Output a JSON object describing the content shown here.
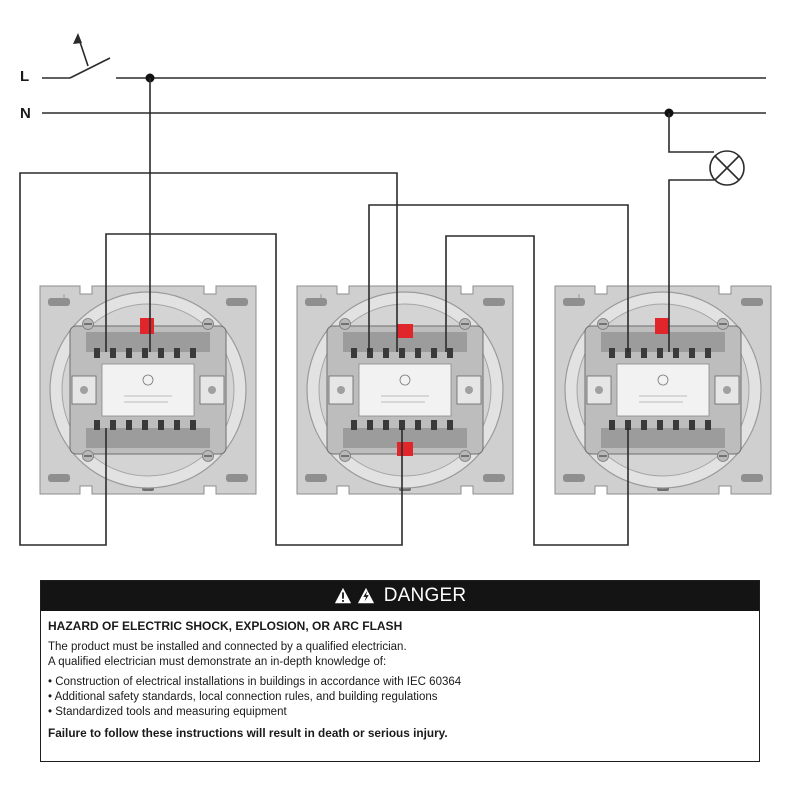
{
  "diagram": {
    "line_label": "L",
    "neutral_label": "N",
    "colors": {
      "wire": "#2b2b2b",
      "terminal_red": "#e0262b",
      "plate": "#c9c9c9",
      "body": "#e8e8e8"
    }
  },
  "warning": {
    "header": "DANGER",
    "icon": "warning-triangle-icon",
    "hazard_title": "HAZARD OF ELECTRIC SHOCK, EXPLOSION, OR ARC FLASH",
    "intro_1": "The product must be installed and connected by a qualified electrician.",
    "intro_2": "A qualified electrician must demonstrate an in-depth knowledge of:",
    "bullets": [
      "Construction of electrical installations in buildings in accordance with IEC 60364",
      "Additional safety standards, local connection rules, and building regulations",
      "Standardized tools and measuring equipment"
    ],
    "final": "Failure to follow these instructions will result in death or serious injury."
  }
}
